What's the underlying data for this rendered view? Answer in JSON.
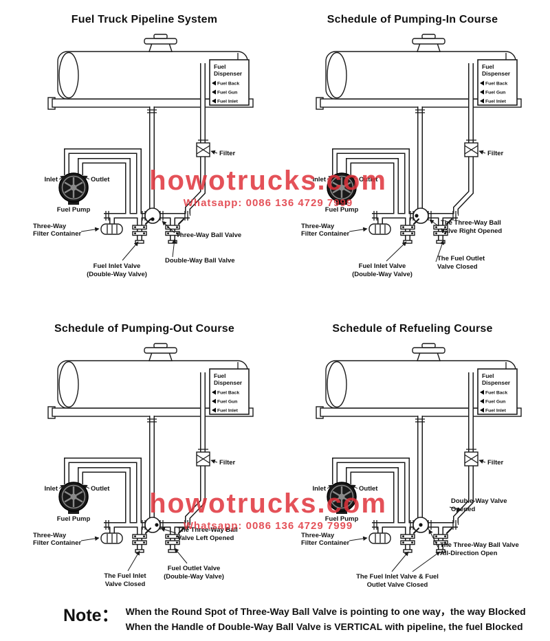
{
  "common": {
    "dispenser_line1": "Fuel",
    "dispenser_line2": "Dispenser",
    "fuel_back": "Fuel Back",
    "fuel_gun": "Fuel Gun",
    "fuel_inlet": "Fuel Inlet",
    "filter": "Filter",
    "inlet": "Inlet",
    "outlet": "Outlet",
    "fuel_pump": "Fuel Pump",
    "twfc_line1": "Three-Way",
    "twfc_line2": "Filter Container"
  },
  "panels": [
    {
      "title": "Fuel Truck Pipeline System",
      "ann1": [
        "Three-Way Ball Valve"
      ],
      "ann2": [
        "Double-Way Ball Valve"
      ],
      "ann3": [
        "Fuel Inlet Valve",
        "(Double-Way Valve)"
      ]
    },
    {
      "title": "Schedule of Pumping-In Course",
      "ann1": [
        "The Three-Way Ball",
        "Valve Right Opened"
      ],
      "ann2": [
        "The Fuel Outlet",
        "Valve Closed"
      ],
      "ann3": [
        "Fuel Inlet Valve",
        "(Double-Way Valve)"
      ]
    },
    {
      "title": "Schedule of Pumping-Out Course",
      "ann1": [
        "The Three-Way Ball",
        "Valve Left Opened"
      ],
      "ann2": [
        "Fuel Outlet Valve",
        "(Double-Way Valve)"
      ],
      "ann3": [
        "The Fuel Inlet",
        "Valve Closed"
      ]
    },
    {
      "title": "Schedule of Refueling Course",
      "ann1": [
        "Double-Way Valve",
        "Opened"
      ],
      "ann2": [
        "The Three-Way Ball Valve",
        "All-Direction Open"
      ],
      "ann3": [
        "The Fuel Inlet Valve & Fuel",
        "Outlet Valve Closed"
      ]
    }
  ],
  "watermark": {
    "brand": "howotrucks.com",
    "whatsapp": "Whatsapp: 0086 136 4729 7999",
    "color": "#e0333c"
  },
  "note": {
    "label": "Note：",
    "line1": "When the Round Spot of Three-Way Ball Valve is pointing to one way，the way Blocked",
    "line2": "When the Handle of Double-Way Ball Valve is VERTICAL with pipeline, the fuel Blocked"
  }
}
